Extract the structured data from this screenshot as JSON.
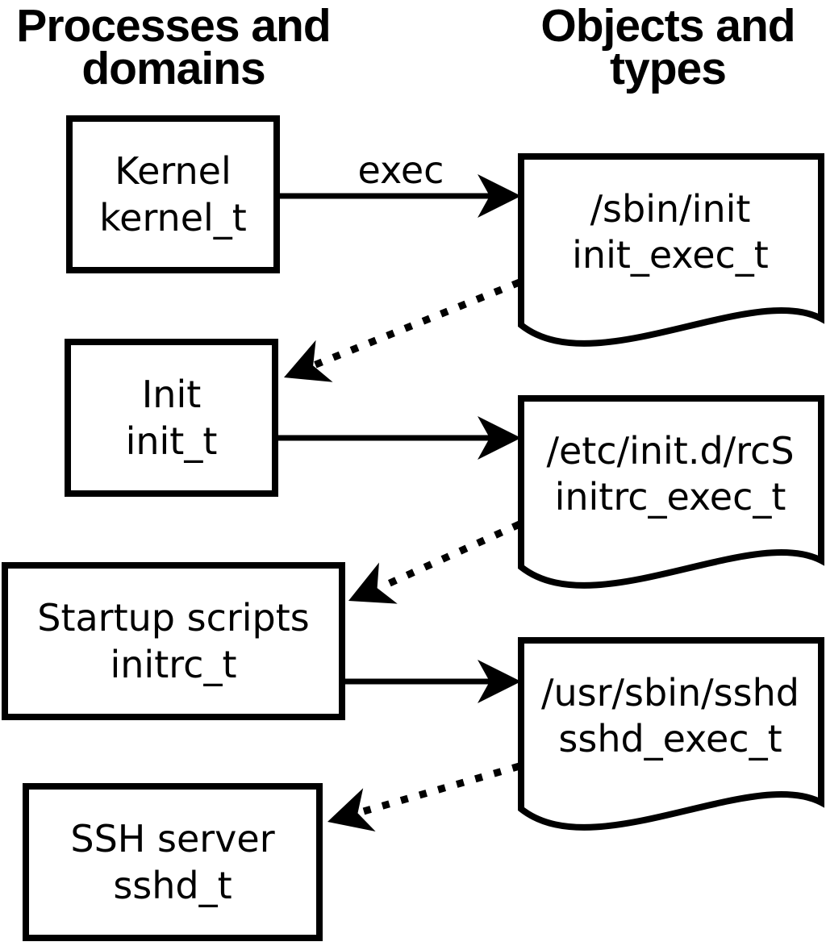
{
  "headers": {
    "left": "Processes and domains",
    "right": "Objects and types"
  },
  "process_boxes": [
    {
      "label": "Kernel",
      "type": "kernel_t"
    },
    {
      "label": "Init",
      "type": "init_t"
    },
    {
      "label": "Startup scripts",
      "type": "initrc_t"
    },
    {
      "label": "SSH server",
      "type": "sshd_t"
    }
  ],
  "object_boxes": [
    {
      "path": "/sbin/init",
      "type": "init_exec_t"
    },
    {
      "path": "/etc/init.d/rcS",
      "type": "initrc_exec_t"
    },
    {
      "path": "/usr/sbin/sshd",
      "type": "sshd_exec_t"
    }
  ],
  "arrow_labels": {
    "exec": "exec"
  },
  "colors": {
    "foreground": "#000000",
    "background": "#ffffff"
  }
}
